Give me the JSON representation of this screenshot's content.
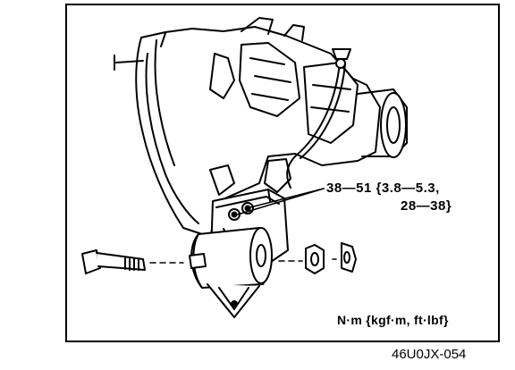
{
  "diagram": {
    "torque_spec_line1": "38—51 {3.8—5.3,",
    "torque_spec_line2": "28—38}",
    "units_label": "N·m {kgf·m, ft·lbf}",
    "figure_code": "46U0JX-054",
    "parts": [
      "transaxle-case",
      "engine-mount-bracket",
      "mount-rubber",
      "through-bolt",
      "nut",
      "washer"
    ]
  }
}
